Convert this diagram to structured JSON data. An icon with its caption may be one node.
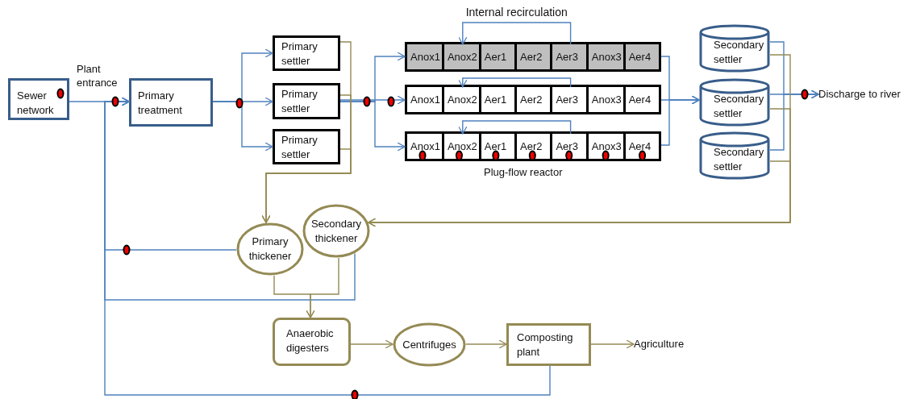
{
  "diagram": {
    "nodes": [
      {
        "text": [
          "Sewer network"
        ]
      },
      {
        "text": [
          "Primary treatment"
        ]
      },
      {
        "text": [
          "Primary settler"
        ]
      },
      {
        "text": [
          "Primary settler"
        ]
      },
      {
        "text": [
          "Primary settler"
        ]
      },
      {
        "text": [],
        "shape": "box"
      },
      {
        "text": [
          "Anox1"
        ],
        "in": 5
      },
      {
        "text": [
          "Anox2"
        ],
        "in": 5
      },
      {
        "text": [
          "Aer1"
        ],
        "in": 5
      },
      {
        "text": [
          "Aer2"
        ],
        "in": 5
      },
      {
        "text": [
          "Aer3"
        ],
        "in": 5
      },
      {
        "text": [
          "Anox3"
        ],
        "in": 5
      },
      {
        "text": [
          "Aer4"
        ],
        "in": 5
      },
      {
        "text": [],
        "shape": "box"
      },
      {
        "text": [
          "Anox1"
        ],
        "in": 13
      },
      {
        "text": [
          "Anox2"
        ],
        "in": 13
      },
      {
        "text": [
          "Aer1"
        ],
        "in": 13
      },
      {
        "text": [
          "Aer2"
        ],
        "in": 13
      },
      {
        "text": [
          "Aer3"
        ],
        "in": 13
      },
      {
        "text": [
          "Anox3"
        ],
        "in": 13
      },
      {
        "text": [
          "Aer4"
        ],
        "in": 13
      },
      {
        "text": [],
        "shape": "box"
      },
      {
        "text": [
          "Anox1"
        ],
        "in": 21
      },
      {
        "text": [
          "Anox2"
        ],
        "in": 21
      },
      {
        "text": [
          "Aer1"
        ],
        "in": 21
      },
      {
        "text": [
          "Aer2"
        ],
        "in": 21
      },
      {
        "text": [
          "Aer3"
        ],
        "in": 21
      },
      {
        "text": [
          "Anox3"
        ],
        "in": 21
      },
      {
        "text": [
          "Aer4"
        ],
        "in": 21
      },
      {
        "text": [
          "Secondary settler"
        ]
      },
      {
        "text": [
          "Secondary settler"
        ]
      },
      {
        "text": [
          "Secondary settler"
        ]
      },
      {
        "text": [
          "Discharge to river"
        ]
      },
      {
        "text": [
          "Primary thickener"
        ]
      },
      {
        "text": [
          "Secondary thickener"
        ]
      },
      {
        "text": [
          "Anaerobic digesters"
        ]
      },
      {
        "text": [
          "Centrifuges"
        ]
      },
      {
        "text": [
          "Composting plant"
        ]
      },
      {
        "text": [
          "Agriculture"
        ]
      }
    ],
    "edges": [
      {
        "from": 0,
        "to": 1,
        "arrow": "to"
      },
      {
        "from": 1,
        "to": 2,
        "arrow": "to"
      },
      {
        "from": 1,
        "to": 3,
        "arrow": "to"
      },
      {
        "from": 1,
        "to": 4,
        "arrow": "to"
      },
      {
        "from": 3,
        "to": 5,
        "arrow": "to"
      },
      {
        "from": 3,
        "to": 13,
        "arrow": "to"
      },
      {
        "from": 3,
        "to": 21,
        "arrow": "to"
      },
      {
        "from": 10,
        "to": 7,
        "arrow": "to",
        "label": "Internal recirculation"
      },
      {
        "from": 18,
        "to": 15,
        "arrow": "to"
      },
      {
        "from": 26,
        "to": 23,
        "arrow": "to"
      },
      {
        "from": 5,
        "to": 30,
        "arrow": "to"
      },
      {
        "from": 13,
        "to": 30,
        "arrow": "to"
      },
      {
        "from": 21,
        "to": 30,
        "arrow": "to"
      },
      {
        "from": 29,
        "to": 32,
        "arrow": "to"
      },
      {
        "from": 30,
        "to": 32,
        "arrow": "to"
      },
      {
        "from": 31,
        "to": 32,
        "arrow": "to"
      },
      {
        "from": 29,
        "to": 34,
        "arrow": "to",
        "color": "#948a54"
      },
      {
        "from": 30,
        "to": 34,
        "arrow": "to",
        "color": "#948a54"
      },
      {
        "from": 31,
        "to": 34,
        "arrow": "to",
        "color": "#948a54"
      },
      {
        "from": 2,
        "to": 33,
        "arrow": "to",
        "color": "#948a54"
      },
      {
        "from": 3,
        "to": 33,
        "arrow": "to",
        "color": "#948a54"
      },
      {
        "from": 4,
        "to": 33,
        "arrow": "to",
        "color": "#948a54"
      },
      {
        "from": 33,
        "to": 1,
        "arrow": "to"
      },
      {
        "from": 34,
        "to": 1,
        "arrow": "to"
      },
      {
        "from": 37,
        "to": 1,
        "arrow": "to"
      },
      {
        "from": 33,
        "to": 35,
        "arrow": "to",
        "color": "#948a54"
      },
      {
        "from": 34,
        "to": 35,
        "arrow": "to",
        "color": "#948a54"
      },
      {
        "from": 35,
        "to": 36,
        "arrow": "to",
        "color": "#948a54"
      },
      {
        "from": 36,
        "to": 37,
        "arrow": "to",
        "color": "#948a54"
      },
      {
        "from": 37,
        "to": 38,
        "arrow": "to",
        "color": "#948a54"
      }
    ],
    "labels": [
      "Plant entrance",
      "Plug-flow reactor"
    ]
  }
}
